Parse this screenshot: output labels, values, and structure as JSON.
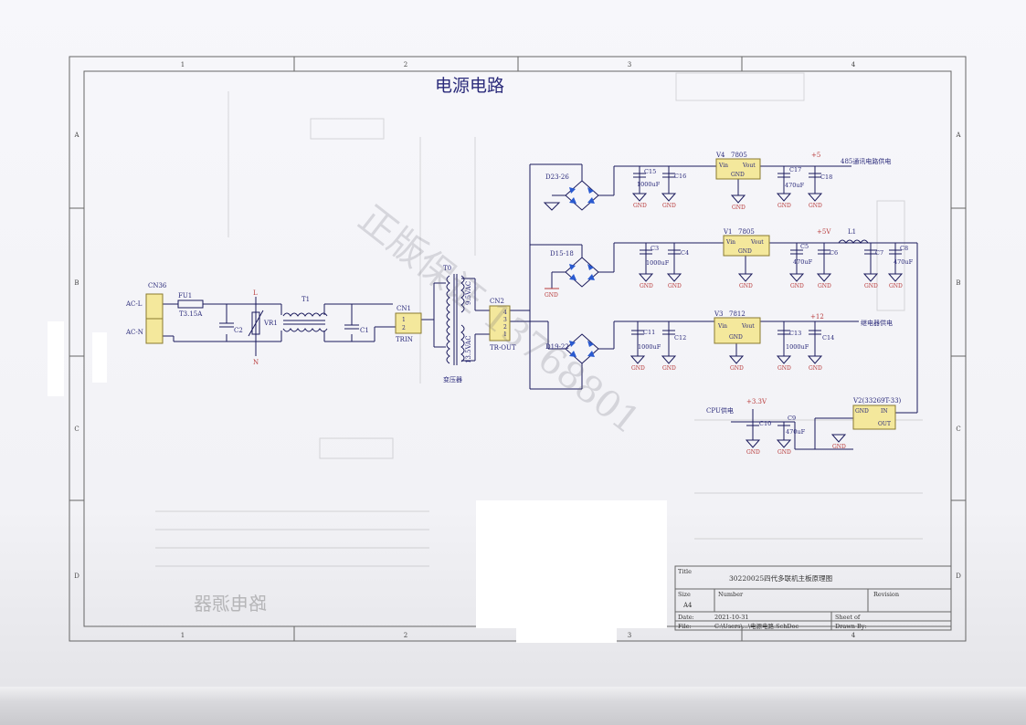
{
  "title": "电源电路",
  "zones": {
    "cols": [
      "1",
      "2",
      "3",
      "4"
    ],
    "rows": [
      "A",
      "B",
      "C",
      "D"
    ]
  },
  "components": {
    "cn36": "CN36",
    "ac_l": "AC-L",
    "ac_n": "AC-N",
    "fu1": "FU1",
    "fu1_value": "T3.15A",
    "c2": "C2",
    "vr1": "VR1",
    "l_label": "L",
    "n_label": "N",
    "t1": "T1",
    "c1": "C1",
    "cn1": "CN1",
    "cn1_pin1": "1",
    "cn1_pin2": "2",
    "trin": "TRIN",
    "t0": "T0",
    "sec_9v": "9.5VAC",
    "sec_13v": "13.5VAC",
    "transformer": "变压器",
    "cn2": "CN2",
    "cn2_pins": [
      "4",
      "3",
      "2",
      "1"
    ],
    "tr_out": "TR-OUT",
    "d23": "D23-26",
    "d15": "D15-18",
    "d19": "D19-22",
    "c15": "C15",
    "c15_val": "1000uF",
    "c16": "C16",
    "v4": "V4",
    "v4_part": "7805",
    "vin": "Vin",
    "vout": "Vout",
    "gnd_pin": "GND",
    "p5_top": "+5",
    "c17": "C17",
    "c17_val": "470uF",
    "c18": "C18",
    "rs485": "485通讯电路供电",
    "c3": "C3",
    "c3_val": "1000uF",
    "c4": "C4",
    "v1": "V1",
    "v1_part": "7805",
    "p5v": "+5V",
    "l1": "L1",
    "c5": "C5",
    "c5_val": "470uF",
    "c6": "C6",
    "c7": "C7",
    "c8": "C8",
    "c8_val": "470uF",
    "c11": "C11",
    "c11_val": "1000uF",
    "c12": "C12",
    "v3": "V3",
    "v3_part": "7812",
    "p12": "+12",
    "c13": "C13",
    "c13_val": "1000uF",
    "c14": "C14",
    "relay": "继电器供电",
    "cpu": "CPU供电",
    "p33": "+3.3V",
    "c9": "C9",
    "c9_val": "470uF",
    "c10": "C10",
    "v2": "V2(33269T-33)",
    "v2_gnd": "GND",
    "v2_in": "IN",
    "v2_out": "OUT",
    "gnd": "GND"
  },
  "title_block": {
    "title_label": "Title",
    "title_value": "30220025四代多联机主板原理图",
    "size_label": "Size",
    "size_value": "A4",
    "number_label": "Number",
    "revision_label": "Revision",
    "date_label": "Date:",
    "date_value": "2021-10-31",
    "sheet_label": "Sheet   of",
    "file_label": "File:",
    "file_value": "C:\\Users\\...\\电源电路.SchDoc",
    "drawn_label": "Drawn By:"
  },
  "watermark": "正版保证 13768801",
  "mirrored_stamp": "路电源器",
  "colors": {
    "wire": "#1a1a5c",
    "label": "#2a2a7a",
    "red": "#b83a3a",
    "component_fill": "#f4e89c",
    "border": "#555555"
  }
}
